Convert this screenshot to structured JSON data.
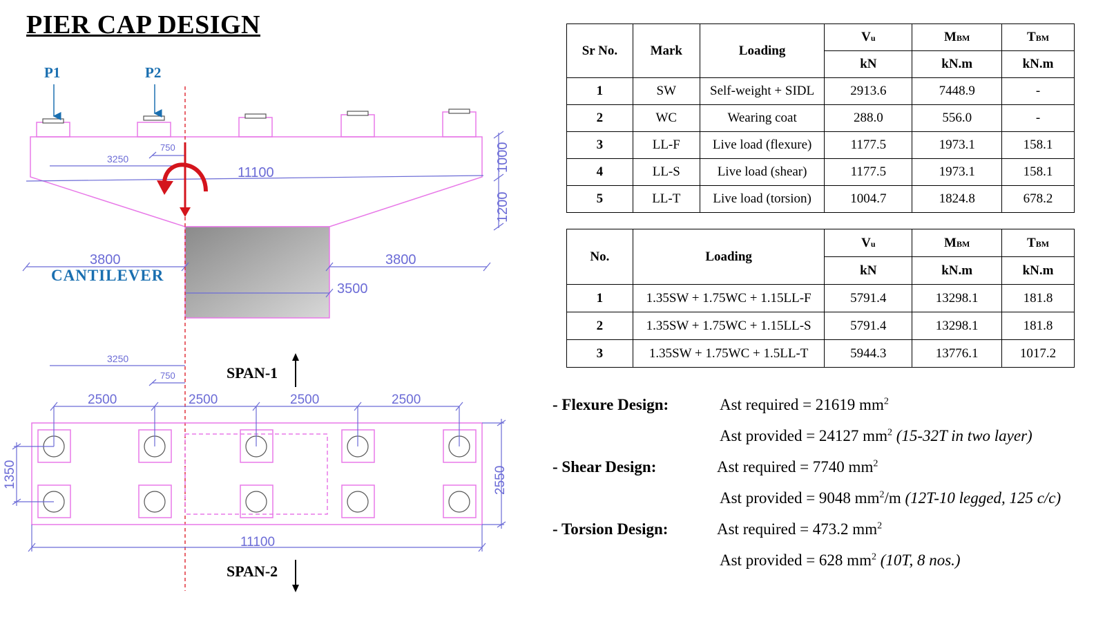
{
  "title": "PIER CAP DESIGN",
  "elevation": {
    "load_labels": [
      "P1",
      "P2"
    ],
    "cantilever_label": "CANTILEVER",
    "dims": {
      "d3250": "3250",
      "d750": "750",
      "d11100": "11100",
      "d1000": "1000",
      "d1200": "1200",
      "d3800_left": "3800",
      "d3800_right": "3800",
      "d3500": "3500"
    }
  },
  "plan": {
    "span1_label": "SPAN-1",
    "span2_label": "SPAN-2",
    "dims": {
      "d3250": "3250",
      "d750": "750",
      "spacings": [
        "2500",
        "2500",
        "2500",
        "2500"
      ],
      "d1350": "1350",
      "d2550": "2550",
      "d11100": "11100"
    }
  },
  "table1": {
    "headers": {
      "sr_no": "Sr No.",
      "mark": "Mark",
      "loading": "Loading",
      "vu_main": "V",
      "vu_sub": "u",
      "mbm_main": "M",
      "mbm_sub": "BM",
      "tbm_main": "T",
      "tbm_sub": "BM",
      "vu_unit": "kN",
      "mbm_unit": "kN.m",
      "tbm_unit": "kN.m"
    },
    "rows": [
      {
        "no": "1",
        "mark": "SW",
        "loading": "Self-weight + SIDL",
        "vu": "2913.6",
        "mbm": "7448.9",
        "tbm": "-"
      },
      {
        "no": "2",
        "mark": "WC",
        "loading": "Wearing coat",
        "vu": "288.0",
        "mbm": "556.0",
        "tbm": "-"
      },
      {
        "no": "3",
        "mark": "LL-F",
        "loading": "Live load  (flexure)",
        "vu": "1177.5",
        "mbm": "1973.1",
        "tbm": "158.1"
      },
      {
        "no": "4",
        "mark": "LL-S",
        "loading": "Live load (shear)",
        "vu": "1177.5",
        "mbm": "1973.1",
        "tbm": "158.1"
      },
      {
        "no": "5",
        "mark": "LL-T",
        "loading": "Live load (torsion)",
        "vu": "1004.7",
        "mbm": "1824.8",
        "tbm": "678.2"
      }
    ]
  },
  "table2": {
    "headers": {
      "no": "No.",
      "loading": "Loading",
      "vu_main": "V",
      "vu_sub": "u",
      "mbm_main": "M",
      "mbm_sub": "BM",
      "tbm_main": "T",
      "tbm_sub": "BM",
      "vu_unit": "kN",
      "mbm_unit": "kN.m",
      "tbm_unit": "kN.m"
    },
    "rows": [
      {
        "no": "1",
        "loading": "1.35SW + 1.75WC + 1.15LL-F",
        "vu": "5791.4",
        "mbm": "13298.1",
        "tbm": "181.8"
      },
      {
        "no": "2",
        "loading": "1.35SW + 1.75WC + 1.15LL-S",
        "vu": "5791.4",
        "mbm": "13298.1",
        "tbm": "181.8"
      },
      {
        "no": "3",
        "loading": "1.35SW + 1.75WC + 1.5LL-T",
        "vu": "5944.3",
        "mbm": "13776.1",
        "tbm": "1017.2"
      }
    ]
  },
  "design": {
    "flexure_label": "- Flexure Design:",
    "flexure_req": "Ast required = 21619 mm",
    "flexure_prov": "Ast provided = 24127 mm",
    "flexure_note": "(15-32T in two layer)",
    "shear_label": "- Shear Design:",
    "shear_req": "Ast required = 7740 mm",
    "shear_prov": "Ast provided = 9048 mm",
    "shear_prov_unit": "/m",
    "shear_note": "(12T-10 legged, 125 c/c)",
    "torsion_label": "- Torsion Design:",
    "torsion_req": "Ast required = 473.2 mm",
    "torsion_prov": "Ast provided = 628 mm",
    "torsion_note": "(10T, 8 nos.)",
    "sq": "2"
  },
  "colors": {
    "outline": "#e879e8",
    "dimension": "#6b6bd6",
    "centerline": "#e0303a",
    "moment_arrow": "#d4141c",
    "label_blue": "#1a6fb0"
  }
}
